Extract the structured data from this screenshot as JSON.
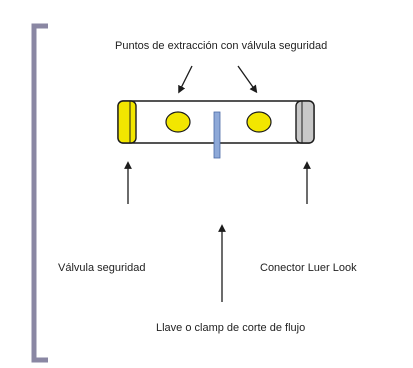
{
  "labels": {
    "top": "Puntos de extracción con válvula seguridad",
    "left": "Válvula seguridad",
    "right": "Conector Luer Look",
    "bottom": "Llave o clamp de corte de flujo"
  },
  "colors": {
    "bracket": "#8a87a3",
    "tube_outline": "#1c1c1c",
    "valve_yellow": "#f2e600",
    "connector_gray": "#c8c8c8",
    "clamp_blue": "#8ea9d8"
  }
}
